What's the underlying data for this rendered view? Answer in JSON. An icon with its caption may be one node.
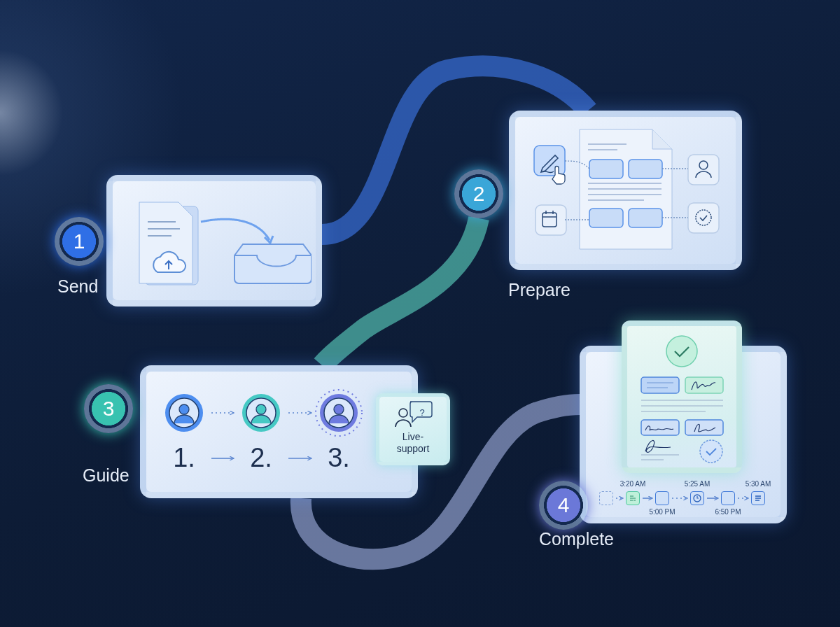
{
  "diagram": {
    "nodes": [
      {
        "text": [
          "1",
          "Send"
        ]
      },
      {
        "text": [
          "2",
          "Prepare"
        ]
      },
      {
        "text": [
          "3",
          "Guide"
        ]
      },
      {
        "text": [
          "1."
        ],
        "in": 2
      },
      {
        "text": [
          "2."
        ],
        "in": 2
      },
      {
        "text": [
          "3."
        ],
        "in": 2
      },
      {
        "text": [
          "Live-support"
        ]
      },
      {
        "text": [
          "4",
          "Complete"
        ]
      },
      {
        "text": [],
        "shape": "box",
        "in": 7
      },
      {
        "text": [],
        "shape": "box",
        "in": 7,
        "beside": [
          "3:20 AM"
        ]
      },
      {
        "text": [],
        "shape": "box",
        "in": 7,
        "beside": [
          "5:00 PM"
        ]
      },
      {
        "text": [],
        "shape": "box",
        "in": 7,
        "beside": [
          "5:25 AM"
        ]
      },
      {
        "text": [],
        "shape": "box",
        "in": 7,
        "beside": [
          "6:50 PM"
        ]
      },
      {
        "text": [],
        "shape": "box",
        "in": 7,
        "beside": [
          "5:30 AM"
        ]
      }
    ],
    "edges": [
      {
        "from": 0,
        "to": 1,
        "arrow": "none",
        "style": "thick",
        "color": "#3f7bf0"
      },
      {
        "from": 1,
        "to": 2,
        "arrow": "none",
        "style": "thick",
        "color": "#5fd8c4"
      },
      {
        "from": 2,
        "to": 7,
        "arrow": "none",
        "style": "thick",
        "color": "#a7b6e6"
      },
      {
        "from": 3,
        "to": 4,
        "arrow": "to",
        "style": "dashed"
      },
      {
        "from": 3,
        "to": 4,
        "arrow": "to"
      },
      {
        "from": 4,
        "to": 5,
        "arrow": "to",
        "style": "dashed"
      },
      {
        "from": 4,
        "to": 5,
        "arrow": "to"
      },
      {
        "from": 8,
        "to": 9,
        "arrow": "to",
        "style": "dashed"
      },
      {
        "from": 9,
        "to": 10,
        "arrow": "to"
      },
      {
        "from": 10,
        "to": 11,
        "arrow": "to",
        "style": "dashed"
      },
      {
        "from": 11,
        "to": 12,
        "arrow": "to"
      },
      {
        "from": 12,
        "to": 13,
        "arrow": "to",
        "style": "dashed"
      }
    ],
    "labels": [
      "?"
    ]
  }
}
